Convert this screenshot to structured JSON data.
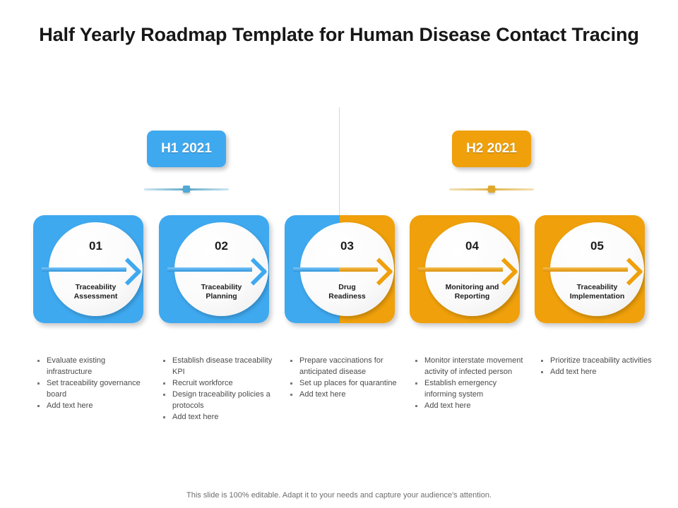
{
  "slide": {
    "title": "Half Yearly Roadmap Template for Human Disease Contact Tracing",
    "footer": "This slide is 100% editable. Adapt it to your needs and capture your audience's attention."
  },
  "colors": {
    "blue": "#3FA9F0",
    "orange": "#EFA00B",
    "title_text": "#171717",
    "body_text": "#4B4B4B",
    "footer_text": "#6D6D6D"
  },
  "halves": [
    {
      "id": "h1",
      "label": "H1 2021",
      "color": "#3FA9F0"
    },
    {
      "id": "h2",
      "label": "H2 2021",
      "color": "#EFA00B"
    }
  ],
  "milestones": [
    {
      "number": "01",
      "label": "Traceability\nAssessment",
      "label_line1": "Traceability",
      "label_line2": "Assessment",
      "theme": "blue",
      "arrow": "arrow-right-icon"
    },
    {
      "number": "02",
      "label": "Traceability\nPlanning",
      "label_line1": "Traceability",
      "label_line2": "Planning",
      "theme": "blue",
      "arrow": "arrow-right-icon"
    },
    {
      "number": "03",
      "label": "Drug\nReadiness",
      "label_line1": "Drug",
      "label_line2": "Readiness",
      "theme": "split",
      "arrow": "arrow-right-icon"
    },
    {
      "number": "04",
      "label": "Monitoring and\nReporting",
      "label_line1": "Monitoring and",
      "label_line2": "Reporting",
      "theme": "orange",
      "arrow": "arrow-right-icon"
    },
    {
      "number": "05",
      "label": "Traceability\nImplementation",
      "label_line1": "Traceability",
      "label_line2": "Implementation",
      "theme": "orange",
      "arrow": "arrow-right-icon"
    }
  ],
  "bullet_columns": [
    {
      "items": [
        "Evaluate existing infrastructure",
        "Set traceability governance board",
        "Add text here"
      ]
    },
    {
      "items": [
        "Establish disease traceability KPI",
        "Recruit workforce",
        "Design traceability policies a protocols",
        "Add text here"
      ]
    },
    {
      "items": [
        "Prepare vaccinations for anticipated disease",
        "Set up places for quarantine",
        "Add text here"
      ]
    },
    {
      "items": [
        "Monitor interstate movement activity of infected person",
        "Establish emergency informing system",
        "Add text here"
      ]
    },
    {
      "items": [
        "Prioritize traceability activities",
        "Add text here"
      ]
    }
  ]
}
